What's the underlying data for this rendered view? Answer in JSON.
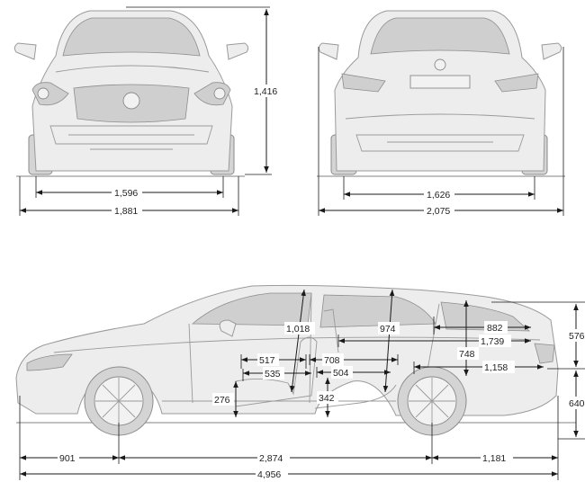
{
  "front_view": {
    "height": "1,416",
    "track": "1,596",
    "width": "1,881"
  },
  "rear_view": {
    "track": "1,626",
    "width_with_mirrors": "2,075"
  },
  "side_view": {
    "front_headroom": "1,018",
    "rear_headroom": "974",
    "cargo_length_seats_up": "882",
    "cargo_length_seats_folded": "1,739",
    "cargo_height": "748",
    "cargo_width": "1,158",
    "tailgate_opening_upper": "576",
    "tailgate_opening_lower": "640",
    "front_seat_legroom": "517",
    "front_seat_length": "535",
    "rear_legroom": "708",
    "rear_seat_length": "504",
    "front_seat_height": "276",
    "rear_seat_height": "342",
    "front_overhang": "901",
    "wheelbase": "2,874",
    "rear_overhang": "1,181",
    "overall_length": "4,956"
  }
}
